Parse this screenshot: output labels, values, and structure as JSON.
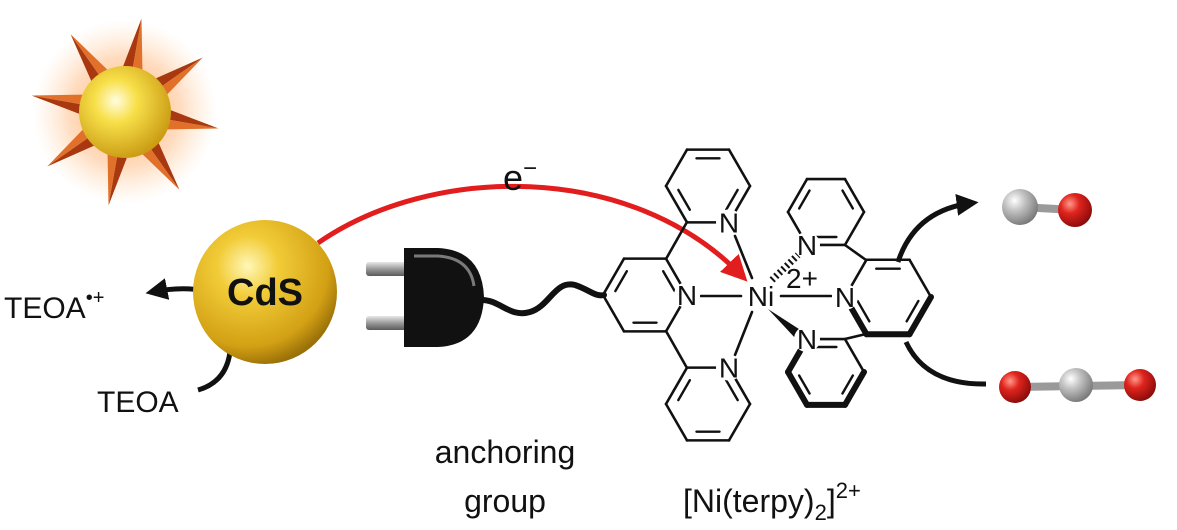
{
  "labels": {
    "electron": "e",
    "electron_charge": "−",
    "quantum_dot": "CdS",
    "oxidized_donor": "TEOA",
    "oxidized_donor_charge": "•+",
    "donor": "TEOA",
    "anchoring_line1": "anchoring",
    "anchoring_line2": "group",
    "complex_prefix": "[Ni(terpy)",
    "complex_subscript": "2",
    "complex_suffix": "]",
    "complex_charge": "2+"
  },
  "atoms": {
    "nitrogen": "N",
    "nickel": "Ni",
    "nickel_charge": "2+"
  },
  "icons": {
    "light_source": "sun-icon",
    "anchor": "plug-icon",
    "product": "co-molecule-icon",
    "substrate": "co2-molecule-icon"
  },
  "colors": {
    "quantum_dot": "#e6b51e",
    "electron_arrow": "#e21d1d",
    "oxygen": "#d8201c",
    "carbon": "#a8a8a8",
    "sun_ray": "#e0702a",
    "bond": "#111111"
  }
}
